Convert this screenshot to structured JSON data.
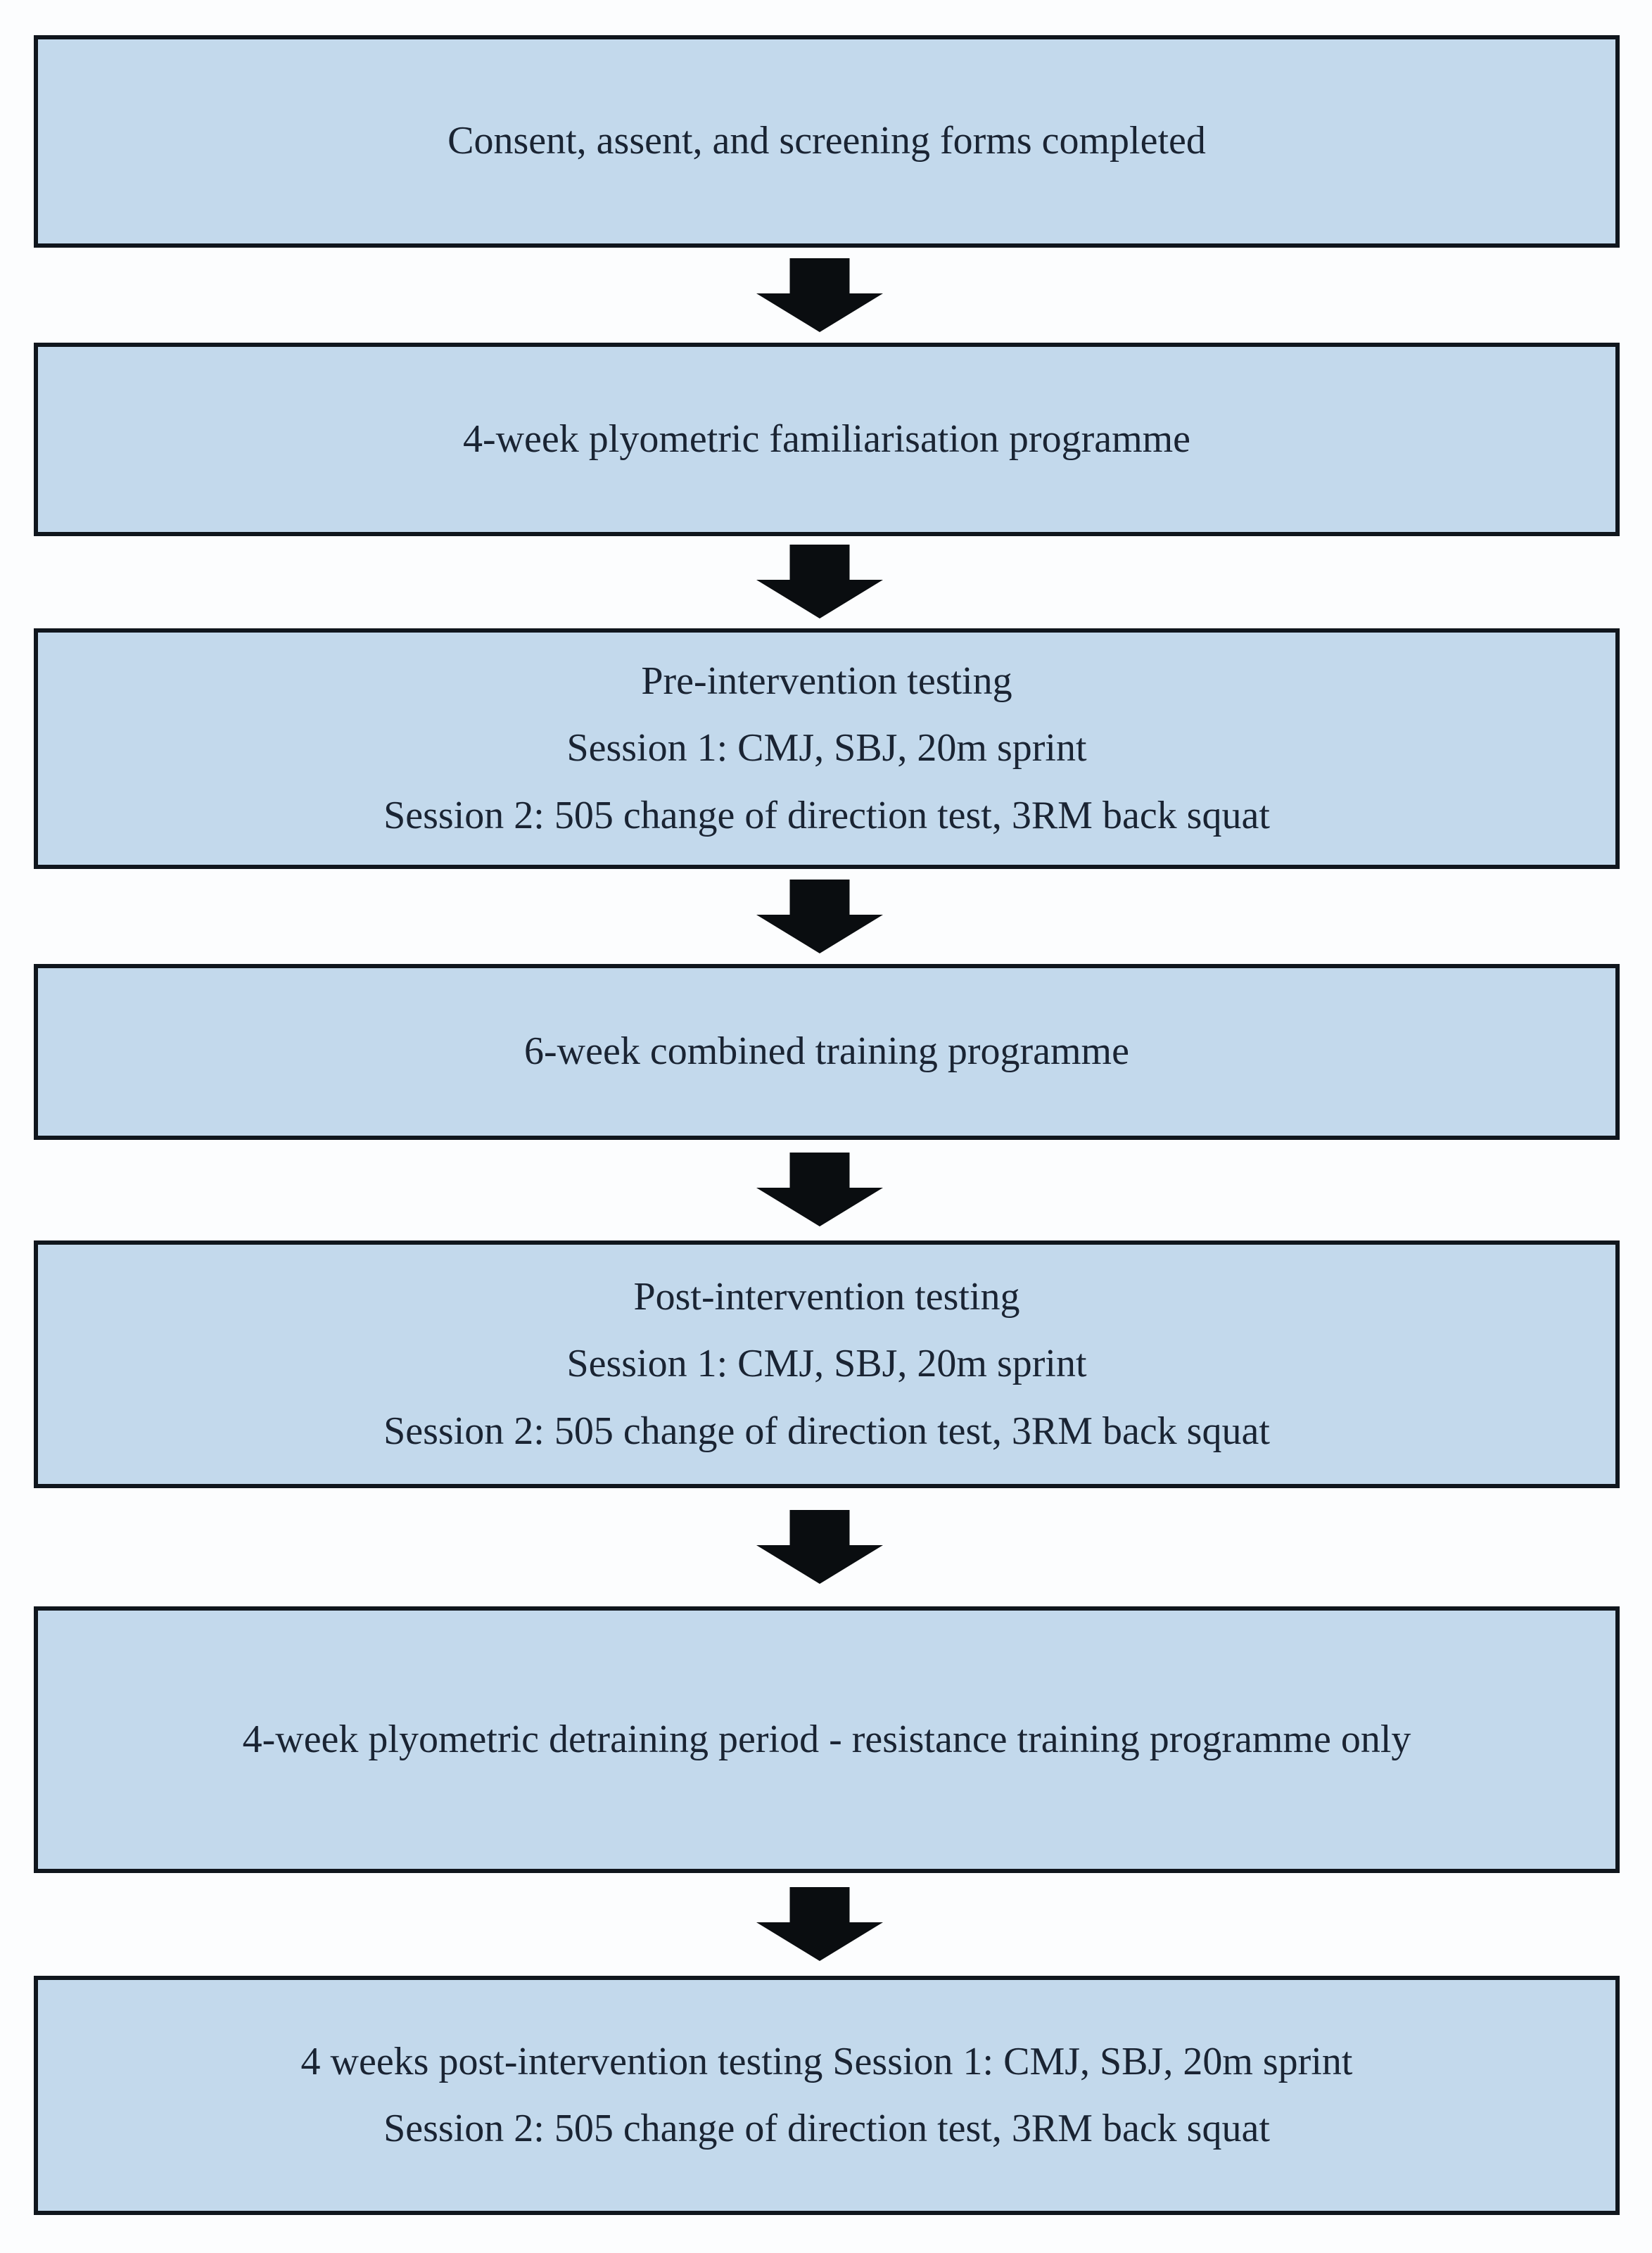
{
  "diagram": {
    "type": "flowchart",
    "direction": "top-down",
    "connector": {
      "icon": "down-arrow-icon",
      "count": 6
    },
    "colors": {
      "background": "#fcfdfe",
      "box_fill": "#c3d9ec",
      "box_border": "#10161d",
      "text": "#1a2433",
      "arrow": "#0a0d10"
    },
    "boxes": [
      {
        "id": "consent",
        "lines": [
          "Consent, assent, and screening forms completed"
        ]
      },
      {
        "id": "familiarisation",
        "lines": [
          "4-week plyometric familiarisation programme"
        ]
      },
      {
        "id": "pre-intervention-testing",
        "lines": [
          "Pre-intervention testing",
          "Session 1: CMJ, SBJ, 20m sprint",
          "Session 2: 505 change of direction test, 3RM back squat"
        ]
      },
      {
        "id": "combined-training",
        "lines": [
          "6-week combined training programme"
        ]
      },
      {
        "id": "post-intervention-testing",
        "lines": [
          "Post-intervention testing",
          "Session 1: CMJ, SBJ, 20m sprint",
          "Session 2: 505 change of direction test, 3RM back squat"
        ]
      },
      {
        "id": "detraining",
        "lines": [
          "4-week plyometric detraining period - resistance training programme only"
        ]
      },
      {
        "id": "four-weeks-post-intervention-testing",
        "lines": [
          "4 weeks post-intervention testing Session 1: CMJ, SBJ, 20m sprint",
          "Session 2: 505 change of direction test, 3RM back squat"
        ]
      }
    ]
  }
}
